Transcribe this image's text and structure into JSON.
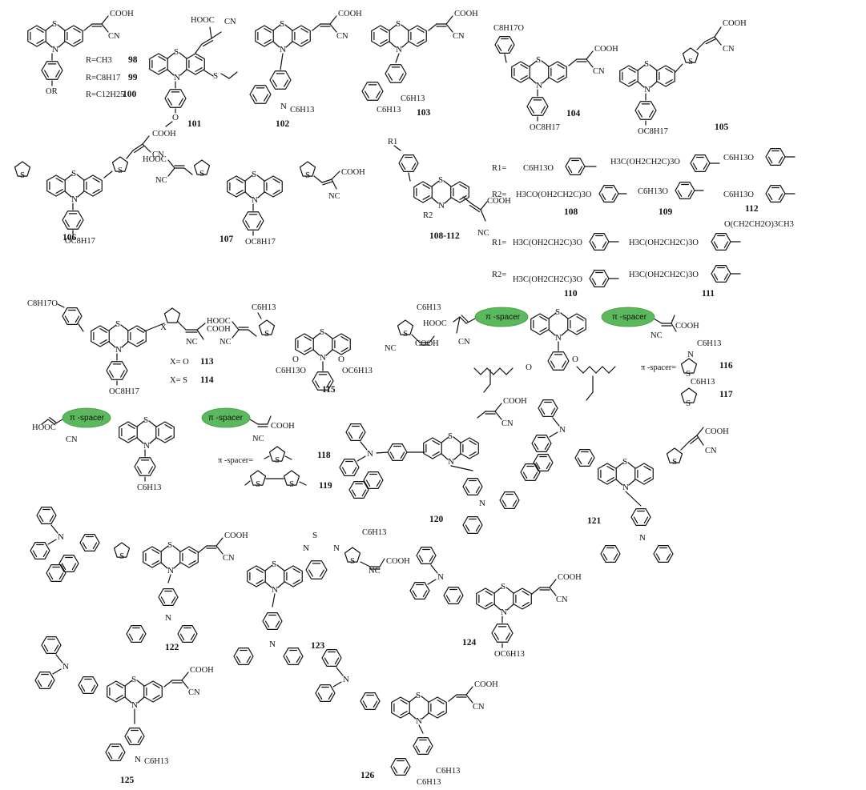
{
  "atoms": {
    "S": "S",
    "N": "N",
    "O": "O",
    "X": "X"
  },
  "groups": {
    "cooh": "COOH",
    "hooc": "HOOC",
    "cn": "CN",
    "nc": "NC",
    "or": "OR",
    "oc8h17": "OC8H17",
    "c8h17o": "C8H17O",
    "oc6h13": "OC6H13",
    "c6h13": "C6H13",
    "c6h13o": "C6H13O",
    "h3c_peg": "H3C(OH2CH2C)3O",
    "h3c_peg_o": "H3CO(OH2CH2C)3O",
    "o_peg_ch3": "O(CH2CH2O)3CH3",
    "r1": "R1",
    "r2": "R2",
    "r1_eq": "R1=",
    "r2_eq": "R2=",
    "r_ch3": "R=CH3",
    "r_c8h17": "R=C8H17",
    "r_c12h25": "R=C12H25",
    "x_o": "X= O",
    "x_s": "X= S",
    "pi_spacer": "π -spacer",
    "pi_spacer_eq": "π -spacer="
  },
  "compound_numbers": {
    "c98": "98",
    "c99": "99",
    "c100": "100",
    "c101": "101",
    "c102": "102",
    "c103": "103",
    "c104": "104",
    "c105": "105",
    "c106": "106",
    "c107": "107",
    "c108_112": "108-112",
    "c108": "108",
    "c109": "109",
    "c110": "110",
    "c111": "111",
    "c112": "112",
    "c113": "113",
    "c114": "114",
    "c115": "115",
    "c116": "116",
    "c117": "117",
    "c118": "118",
    "c119": "119",
    "c120": "120",
    "c121": "121",
    "c122": "122",
    "c123": "123",
    "c124": "124",
    "c125": "125",
    "c126": "126"
  },
  "colors": {
    "spacer_fill": "#5cb85c",
    "bond": "#111111"
  }
}
